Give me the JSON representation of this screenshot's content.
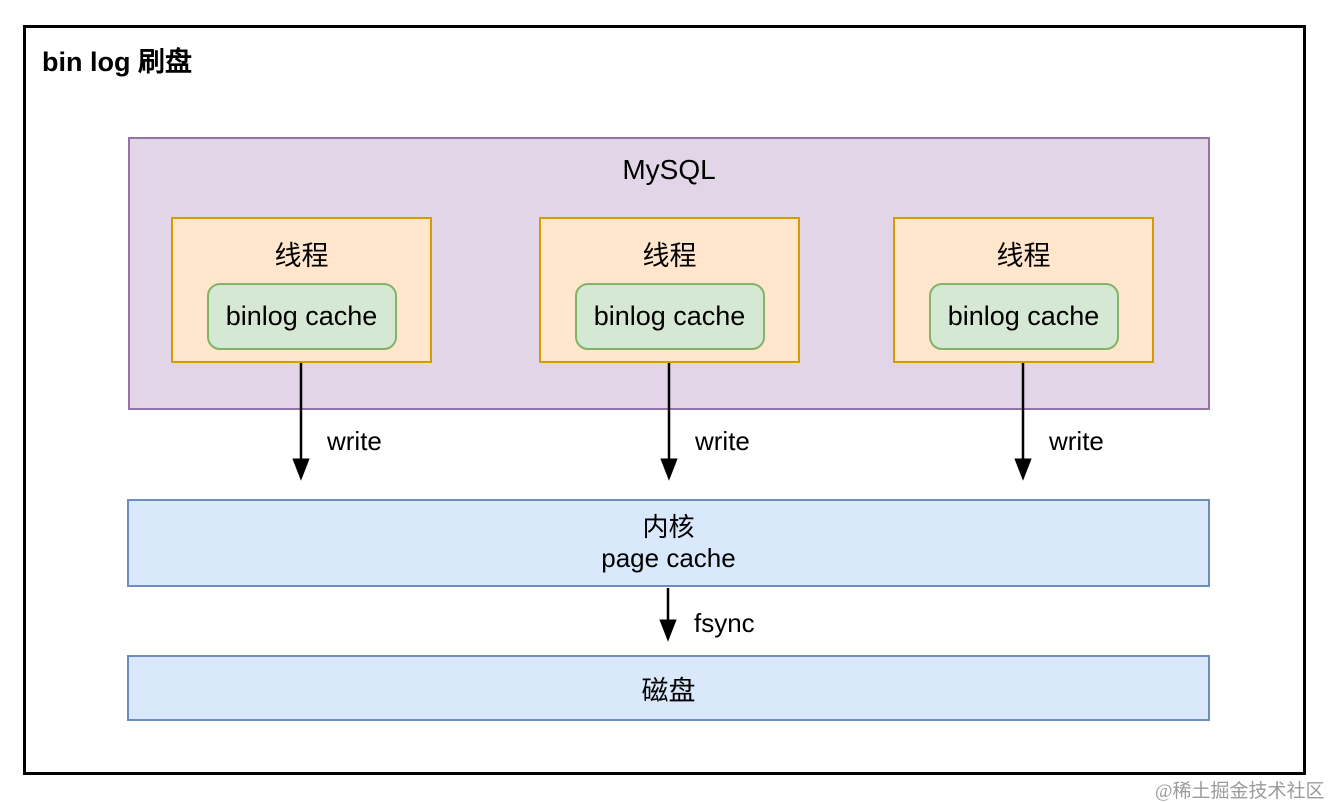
{
  "title": "bin log 刷盘",
  "colors": {
    "mysql_fill": "#E1D5E7",
    "mysql_stroke": "#9673A6",
    "thread_fill": "#FFE6CC",
    "thread_stroke": "#D79B00",
    "cache_fill": "#D5E8D4",
    "cache_stroke": "#82B366",
    "io_fill": "#DAE8FC",
    "io_stroke": "#6C8EBF",
    "arrow": "#000000"
  },
  "diagram": {
    "mysql": {
      "label": "MySQL",
      "threads": [
        {
          "label": "线程",
          "cache_label": "binlog cache"
        },
        {
          "label": "线程",
          "cache_label": "binlog cache"
        },
        {
          "label": "线程",
          "cache_label": "binlog cache"
        }
      ]
    },
    "write_label": "write",
    "kernel": {
      "line1": "内核",
      "line2": "page cache"
    },
    "fsync_label": "fsync",
    "disk_label": "磁盘"
  },
  "watermark": "@稀土掘金技术社区"
}
